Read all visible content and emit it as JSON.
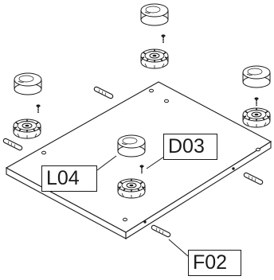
{
  "callouts": {
    "d03": "D03",
    "l04": "L04",
    "f02": "F02"
  },
  "colors": {
    "line": "#1a1a1a",
    "label_border": "#1a1a1a",
    "background": "#ffffff"
  }
}
